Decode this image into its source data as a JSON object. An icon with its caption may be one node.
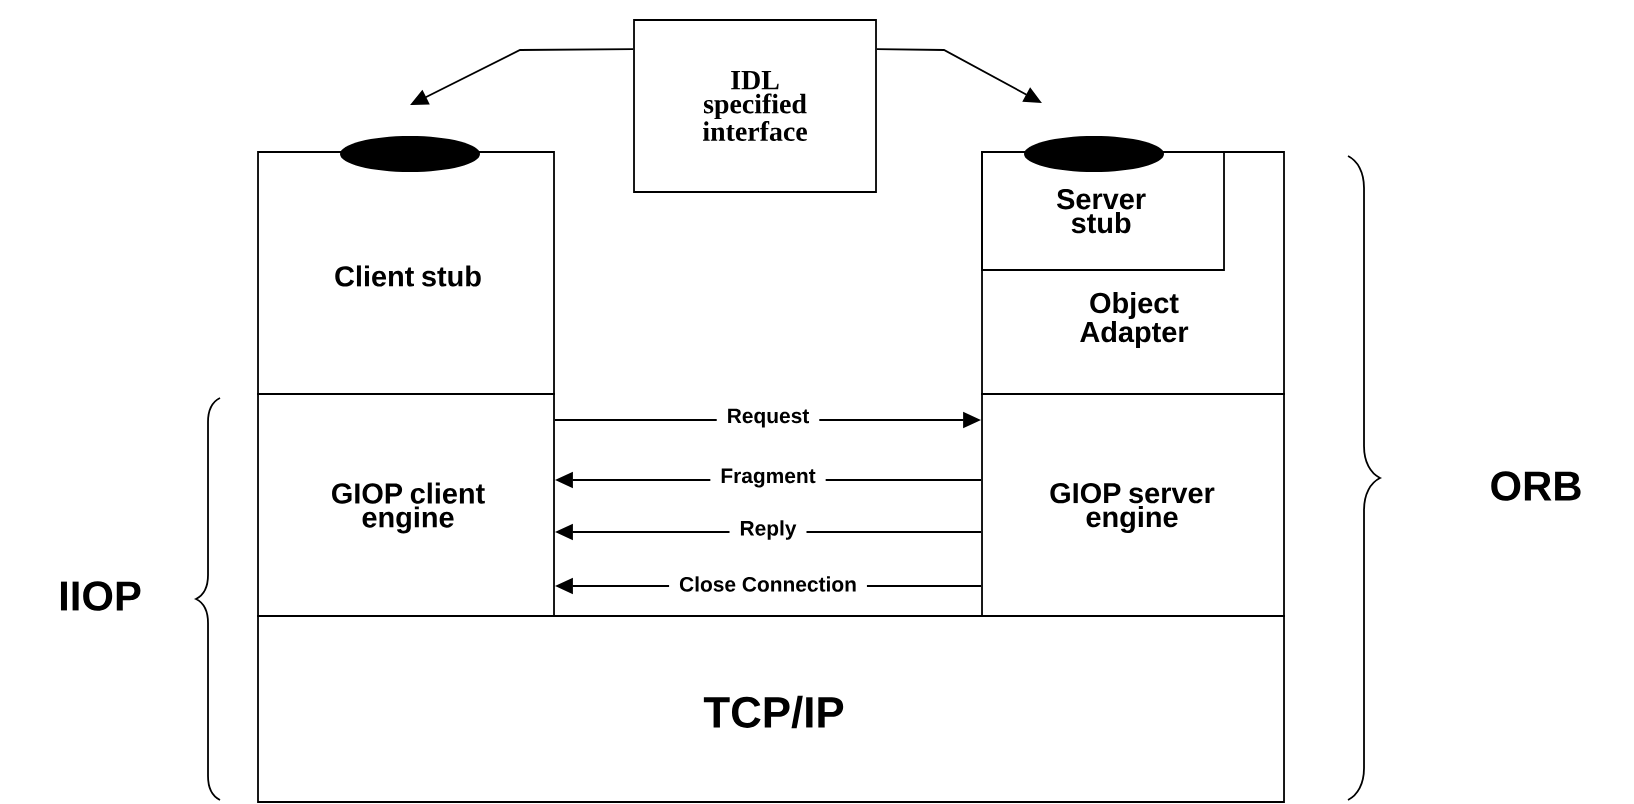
{
  "diagram": {
    "nodes": [
      {
        "text": [
          "IDL specified interface"
        ]
      },
      {
        "text": [
          "Client stub"
        ]
      },
      {
        "text": [
          "GIOP client engine"
        ]
      },
      {
        "text": [
          "Object Adapter"
        ]
      },
      {
        "text": [
          "Server stub"
        ],
        "in": 3
      },
      {
        "text": [
          "GIOP server engine"
        ]
      },
      {
        "text": [
          "TCP/IP"
        ]
      },
      {
        "text": [],
        "shape": "ellipse"
      },
      {
        "text": [],
        "shape": "ellipse"
      }
    ],
    "edges": [
      {
        "from": 0,
        "to": 7,
        "arrow": "to"
      },
      {
        "from": 0,
        "to": 8,
        "arrow": "to"
      },
      {
        "from": 2,
        "to": 5,
        "arrow": "to",
        "label": "Request"
      },
      {
        "from": 5,
        "to": 2,
        "arrow": "to",
        "label": "Fragment"
      },
      {
        "from": 5,
        "to": 2,
        "arrow": "to",
        "label": "Reply"
      },
      {
        "from": 5,
        "to": 2,
        "arrow": "to",
        "label": "Close Connection"
      }
    ],
    "labels": [
      "ORB",
      "IIOP"
    ]
  }
}
